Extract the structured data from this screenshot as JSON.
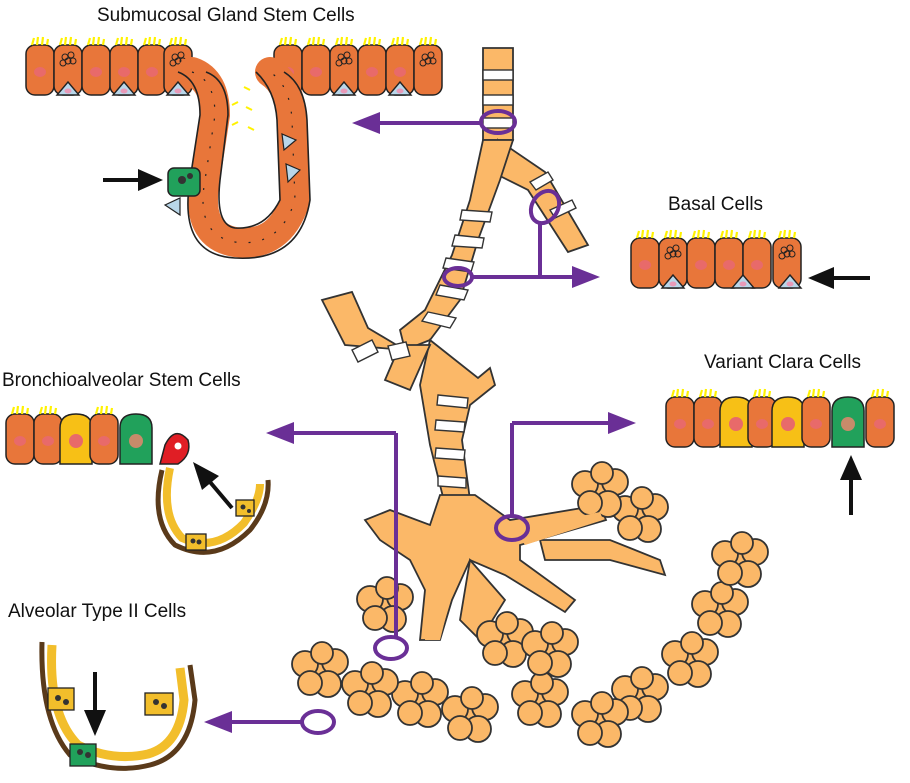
{
  "labels": {
    "submucosal": "Submucosal Gland Stem Cells",
    "basal": "Basal Cells",
    "bronchioalveolar": "Bronchioalveolar Stem Cells",
    "variant_clara": "Variant Clara Cells",
    "alveolar": "Alveolar Type II Cells"
  },
  "colors": {
    "airway": "#fbb868",
    "ring": "#ffffff",
    "pointer": "#6a2f96",
    "epithelial": "#e8763a",
    "nucleus": "#e86a6a",
    "basal_cell": "#b9d7ea",
    "clara": "#f7c016",
    "stem_green": "#21a15b",
    "bronchio_red": "#e01e25",
    "alveolar_fill": "#f2be2b",
    "alveolar_outline": "#5a3a1a",
    "cilia": "#fff200"
  }
}
